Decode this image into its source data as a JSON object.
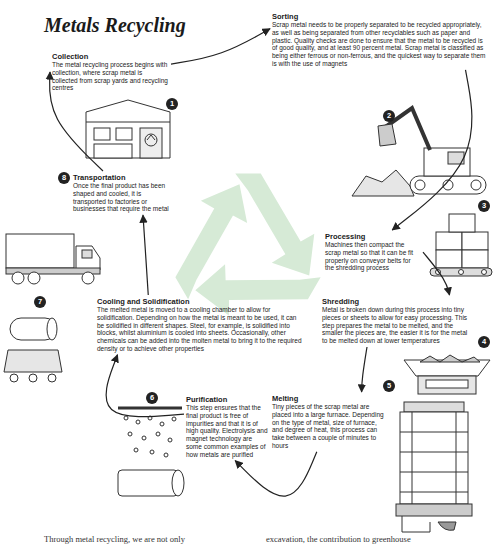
{
  "diagram": {
    "title": "Metals Recycling",
    "nodes": [
      {
        "text": [
          "Collection",
          "The metal recycling process begins with collection, where scrap metal is collected from scrap yards and recycling centres"
        ]
      },
      {
        "text": [
          "Sorting",
          "Scrap metal needs to be properly separated to be recycled appropriately, as well as being separated from other recyclables such as paper and plastic. Quality checks are done to ensure that the metal to be recycled is of good quality, and at least 90 percent metal. Scrap metal is classified as being either ferrous or non-ferrous, and the quickest way to separate them is with the use of magnets"
        ]
      },
      {
        "text": [
          "Processing",
          "Machines then compact the scrap metal so that it can be fit properly on conveyor belts for the shredding process"
        ]
      },
      {
        "text": [
          "Shredding",
          "Metal is broken down during this process into tiny pieces or sheets to allow for easy processing. This step prepares the metal to be melted, and the smaller the pieces are, the easier it is for the metal to be melted down at lower temperatures"
        ]
      },
      {
        "text": [
          "Melting",
          "Tiny pieces of the scrap metal are placed into a large furnace. Depending on the type of metal, size of furnace, and degree of heat, this process can take between a couple of minutes to hours"
        ]
      },
      {
        "text": [
          "Purification",
          "This step ensures that the final product is free of impurities and that it is of high quality. Electrolysis and magnet technology are some common examples of how metals are purified"
        ]
      },
      {
        "text": [
          "Cooling and Solidification",
          "The melted metal is moved to a cooling chamber to allow for solidification. Depending on how the metal is meant to be used, it can be solidified in different shapes. Steel, for example, is solidified into blocks, whilst aluminium is cooled into sheets. Occasionally, other chemicals can be added into the molten metal to bring it to the required density or to achieve other properties"
        ]
      },
      {
        "text": [
          "Transportation",
          "Once the final product has been shaped and cooled, it is transported to factories or businesses that require the metal"
        ]
      }
    ],
    "edges": [
      {
        "from": 0,
        "to": 1,
        "arrow": "to"
      },
      {
        "from": 1,
        "to": 2,
        "arrow": "to"
      },
      {
        "from": 2,
        "to": 3,
        "arrow": "to"
      },
      {
        "from": 3,
        "to": 4,
        "arrow": "to"
      },
      {
        "from": 4,
        "to": 5,
        "arrow": "to"
      },
      {
        "from": 5,
        "to": 6,
        "arrow": "to"
      },
      {
        "from": 6,
        "to": 7,
        "arrow": "to"
      },
      {
        "from": 7,
        "to": 0,
        "arrow": "to"
      }
    ],
    "labels": [
      "1",
      "2",
      "3",
      "4",
      "5",
      "6",
      "7",
      "8",
      "Through metal recycling, we are not only",
      "excavation, the contribution to greenhouse"
    ]
  }
}
